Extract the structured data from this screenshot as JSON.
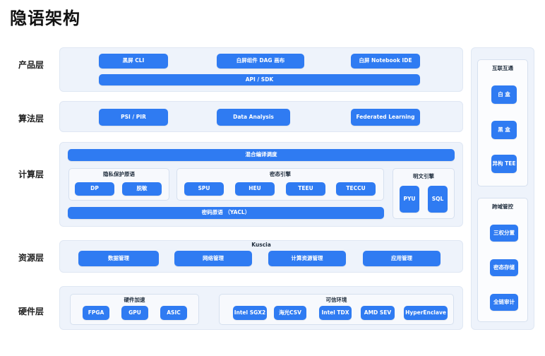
{
  "title": "隐语架构",
  "layers": {
    "product": "产品层",
    "algorithm": "算法层",
    "compute": "计算层",
    "resource": "资源层",
    "hardware": "硬件层"
  },
  "product": {
    "black_cli": "黑屏 CLI",
    "dag_canvas": "白屏组件 DAG 画布",
    "notebook_ide": "白屏 Notebook IDE",
    "api_sdk": "API / SDK"
  },
  "algorithm": {
    "psi_pir": "PSI / PIR",
    "data_analysis": "Data Analysis",
    "federated_learning": "Federated Learning"
  },
  "compute": {
    "hybrid_compile": "混合编译调度",
    "privacy_primitives": {
      "title": "隐私保护原语",
      "dp": "DP",
      "desensitize": "脱敏"
    },
    "cipher_engine": {
      "title": "密态引擎",
      "spu": "SPU",
      "heu": "HEU",
      "teeu": "TEEU",
      "teccu": "TECCU"
    },
    "plain_engine": {
      "title": "明文引擎",
      "pyu": "PYU",
      "sql": "SQL"
    },
    "yacl": "密码原语 （YACL）"
  },
  "resource": {
    "kuscia": "Kuscia",
    "data_mgmt": "数据管理",
    "network_mgmt": "网络管理",
    "compute_mgmt": "计算资源管理",
    "app_mgmt": "应用管理"
  },
  "hardware": {
    "accel": {
      "title": "硬件加速",
      "fpga": "FPGA",
      "gpu": "GPU",
      "asic": "ASIC"
    },
    "trusted": {
      "title": "可信环境",
      "sgx2": "Intel SGX2",
      "hygon_csv": "海光CSV",
      "tdx": "Intel TDX",
      "amd_sev": "AMD SEV",
      "hyperenclave": "HyperEnclave"
    }
  },
  "side": {
    "interconnect": {
      "title": "互联互通",
      "white_box": "白 盒",
      "black_box": "黑 盒",
      "hetero_tee": "异构 TEE"
    },
    "cross_domain": {
      "title": "跨域管控",
      "separation": "三权分置",
      "cipher_storage": "密态存储",
      "full_audit": "全链审计"
    }
  },
  "colors": {
    "box": "#2f7bf2",
    "panel": "#eef3fb",
    "group": "#f7f9fd"
  }
}
